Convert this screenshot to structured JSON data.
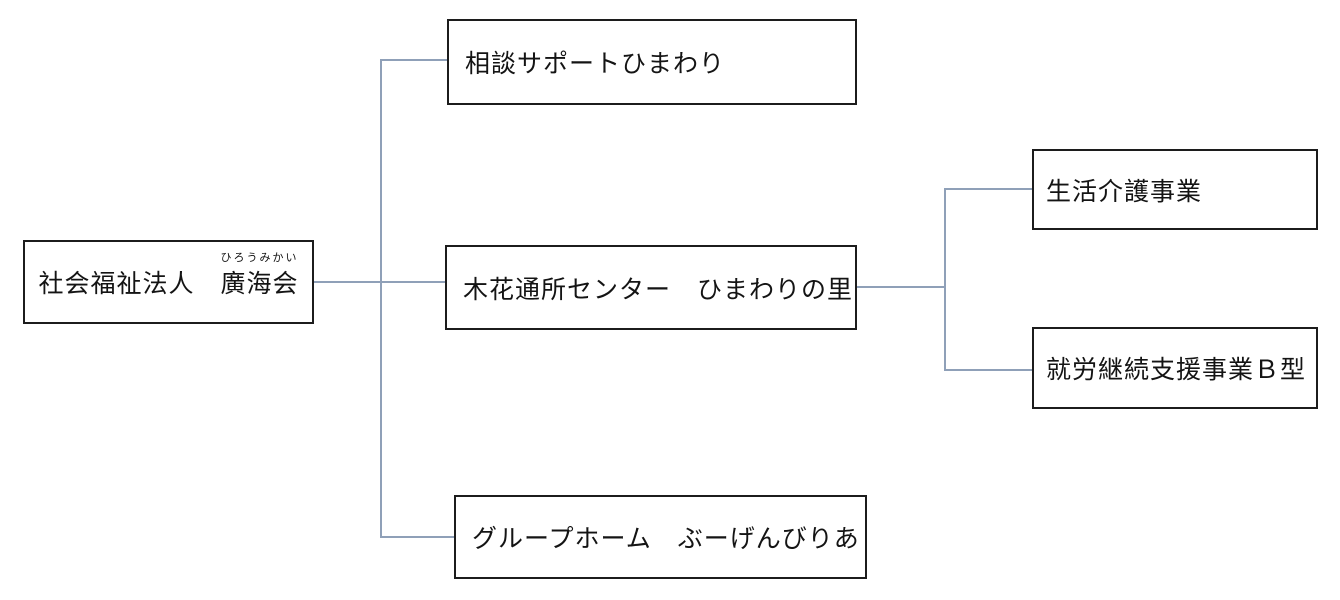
{
  "diagram": {
    "type": "organization-chart",
    "root": {
      "prefix": "社会福祉法人　",
      "name": "廣海会",
      "furigana": "ひろうみかい"
    },
    "branches": [
      {
        "label": "相談サポートひまわり"
      },
      {
        "label": "木花通所センター　ひまわりの里"
      },
      {
        "label": "グループホーム　ぶーげんびりあ"
      }
    ],
    "center_sub_branches": [
      {
        "label": "生活介護事業"
      },
      {
        "label": "就労継続支援事業Ｂ型"
      }
    ],
    "colors": {
      "connector": "#8fa0b8",
      "box_border": "#1c1c1c",
      "text": "#141414",
      "background": "#ffffff"
    }
  }
}
